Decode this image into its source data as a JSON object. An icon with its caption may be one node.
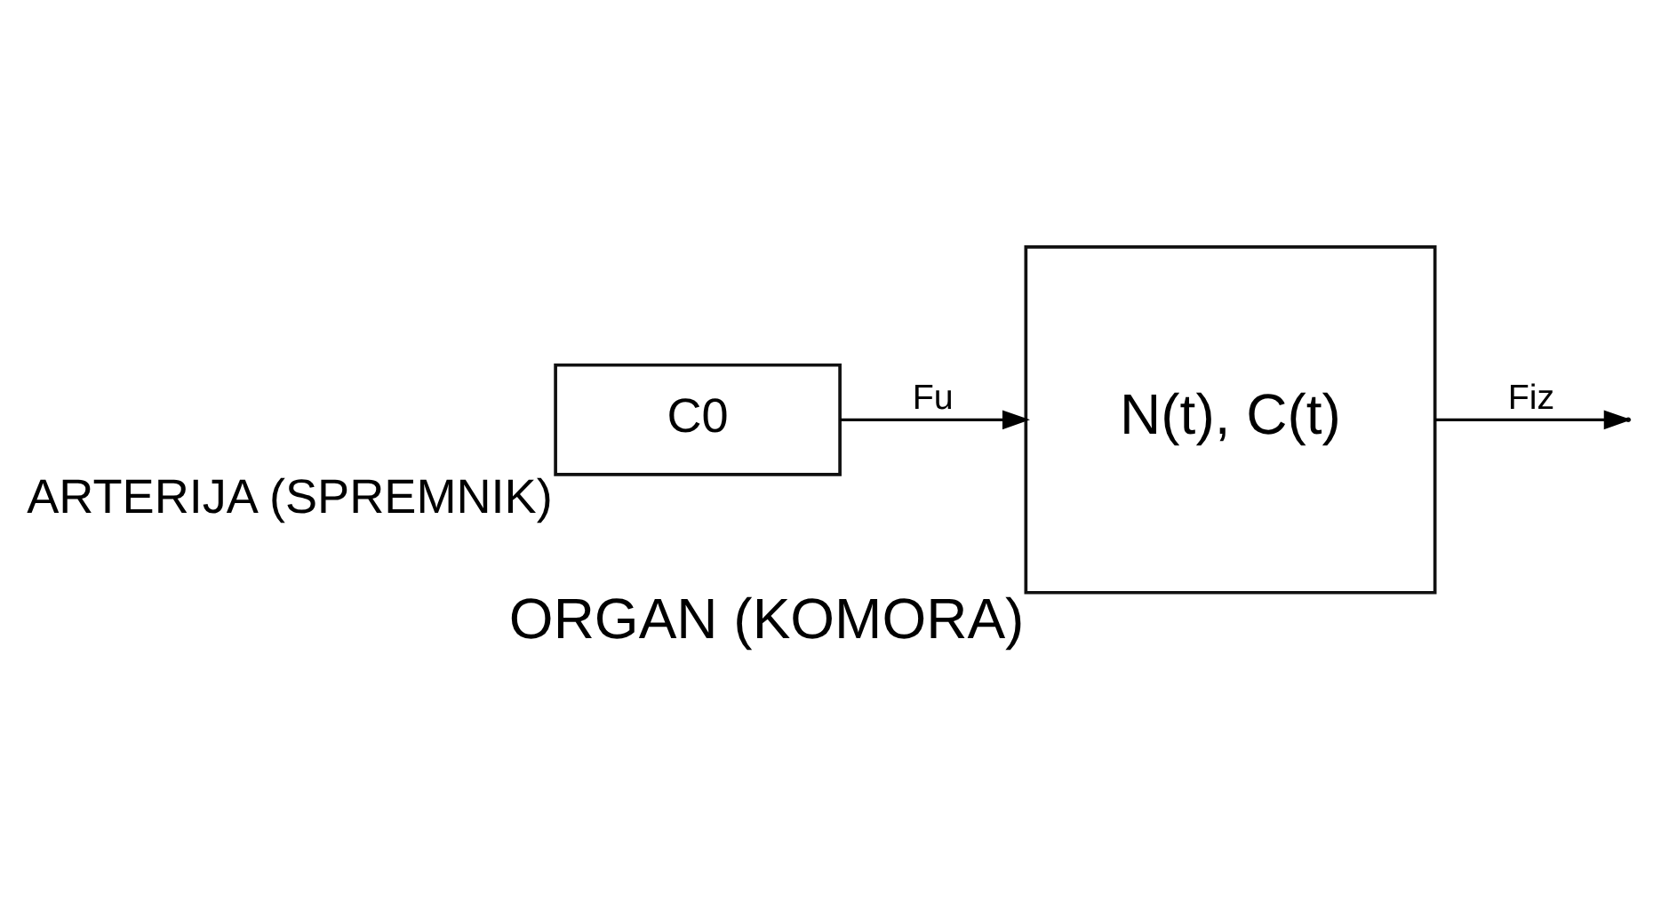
{
  "diagram": {
    "nodes": [
      {
        "text": [
          "C0"
        ],
        "beside": [
          "ARTERIJA (SPREMNIK)"
        ]
      },
      {
        "text": [
          "N(t), C(t)"
        ],
        "beside": [
          "ORGAN (KOMORA)"
        ]
      }
    ],
    "edges": [
      {
        "from": 0,
        "to": 1,
        "arrow": "to",
        "label": "Fu"
      },
      {
        "from": 1,
        "to": null,
        "arrow": "to",
        "label": "Fiz"
      }
    ]
  }
}
